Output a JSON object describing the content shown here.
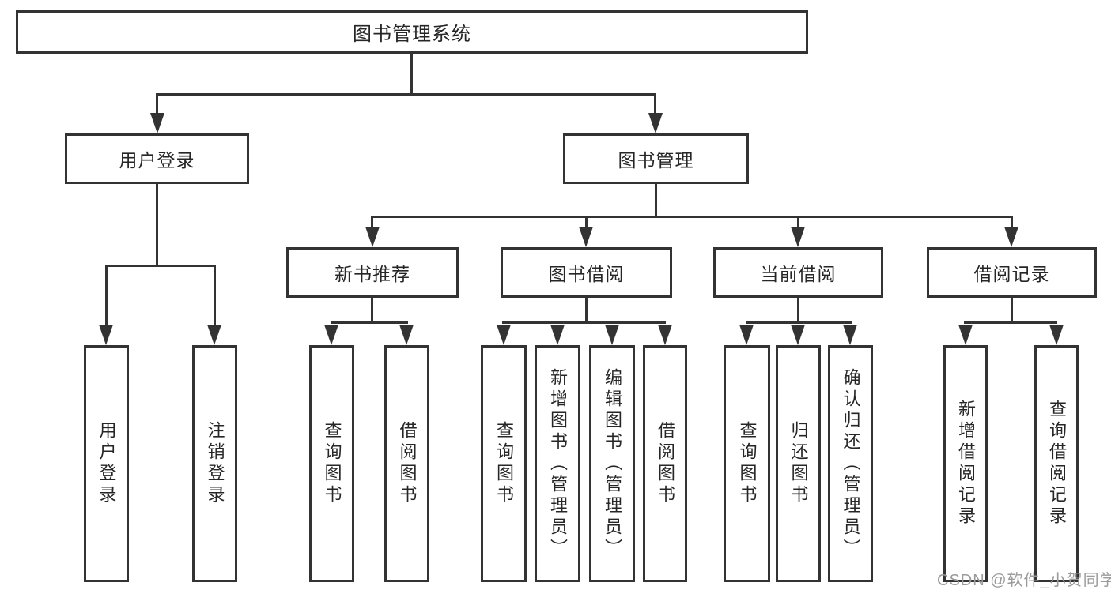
{
  "diagram": {
    "root": "图书管理系统",
    "level2": {
      "user_login": "用户登录",
      "book_mgmt": "图书管理"
    },
    "level3": {
      "new_book_rec": "新书推荐",
      "book_borrow": "图书借阅",
      "current_borrow": "当前借阅",
      "borrow_records": "借阅记录"
    },
    "leaves": {
      "user_login": "用户登录",
      "logout": "注销登录",
      "rec_query": "查询图书",
      "rec_borrow": "借阅图书",
      "bb_query": "查询图书",
      "bb_add": "新增图书（管理员）",
      "bb_edit": "编辑图书（管理员）",
      "bb_borrow": "借阅图书",
      "cb_query": "查询图书",
      "cb_return": "归还图书",
      "cb_confirm": "确认归还（管理员）",
      "br_add": "新增借阅记录",
      "br_query": "查询借阅记录"
    }
  },
  "watermark": "CSDN @软件_小贺同学",
  "colors": {
    "line": "#333333",
    "text": "#262626",
    "watermark": "#9b9b9b",
    "background": "#ffffff"
  }
}
